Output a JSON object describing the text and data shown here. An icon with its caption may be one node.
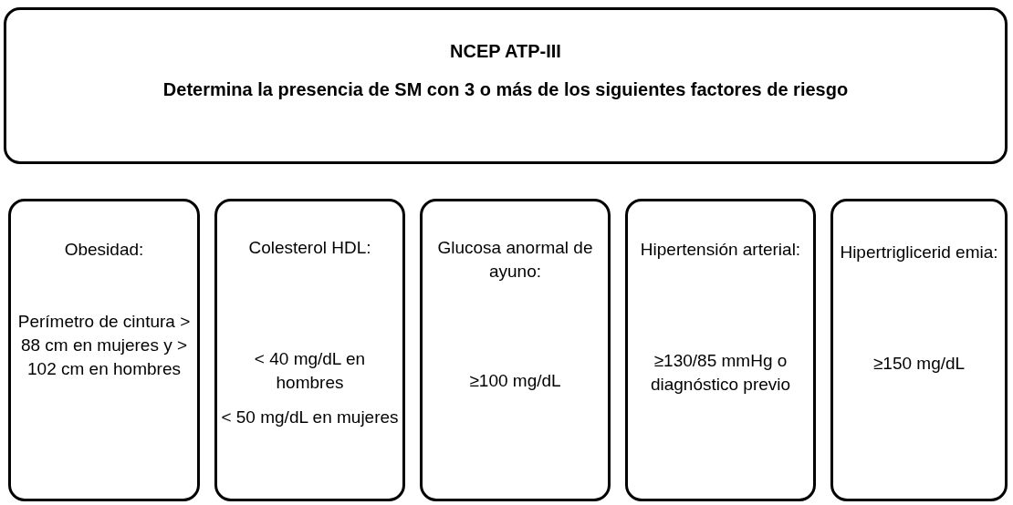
{
  "diagram": {
    "nodes": [
      {
        "text": [
          "NCEP ATP-III",
          "Determina la presencia de SM con 3 o más de los siguientes factores de riesgo"
        ]
      },
      {
        "text": [
          "Obesidad:",
          "Perímetro de cintura > 88 cm en mujeres y > 102 cm en hombres"
        ]
      },
      {
        "text": [
          "Colesterol HDL:",
          "< 40 mg/dL en hombres",
          "< 50 mg/dL en mujeres"
        ]
      },
      {
        "text": [
          "Glucosa anormal de ayuno:",
          "≥100 mg/dL"
        ]
      },
      {
        "text": [
          "Hipertensión arterial:",
          "≥130/85 mmHg o diagnóstico previo"
        ]
      },
      {
        "text": [
          "Hipertriglicerid emia:",
          "≥150 mg/dL"
        ]
      }
    ],
    "edges": []
  }
}
